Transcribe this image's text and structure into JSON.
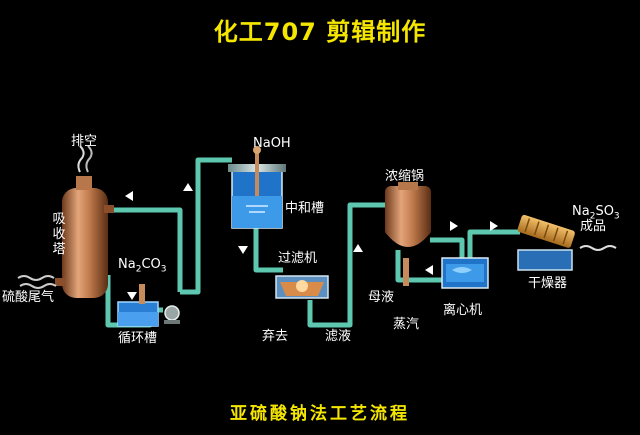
{
  "title": "化工707 剪辑制作",
  "caption": "亚硫酸钠法工艺流程",
  "labels": {
    "vent": "排空",
    "absorber": "吸收塔",
    "tail_gas": "硫酸尾气",
    "na2co3_main": "Na",
    "na2co3_sub": "2",
    "na2co3_tail": "CO",
    "na2co3_sub2": "3",
    "circulation_tank": "循环槽",
    "naoh": "NaOH",
    "neutralizer": "中和槽",
    "filter": "过滤机",
    "discard": "弃去",
    "filtrate": "滤液",
    "evaporator": "浓缩锅",
    "mother_liquor": "母液",
    "steam": "蒸汽",
    "centrifuge": "离心机",
    "dryer": "干燥器",
    "product_pre": "Na",
    "product_sub1": "2",
    "product_mid": "SO",
    "product_sub2": "3",
    "product": "成品"
  },
  "colors": {
    "title": "#f5e600",
    "pipe": "#5ec7b0",
    "vessel": "#c78a5a",
    "background": "#000000"
  }
}
